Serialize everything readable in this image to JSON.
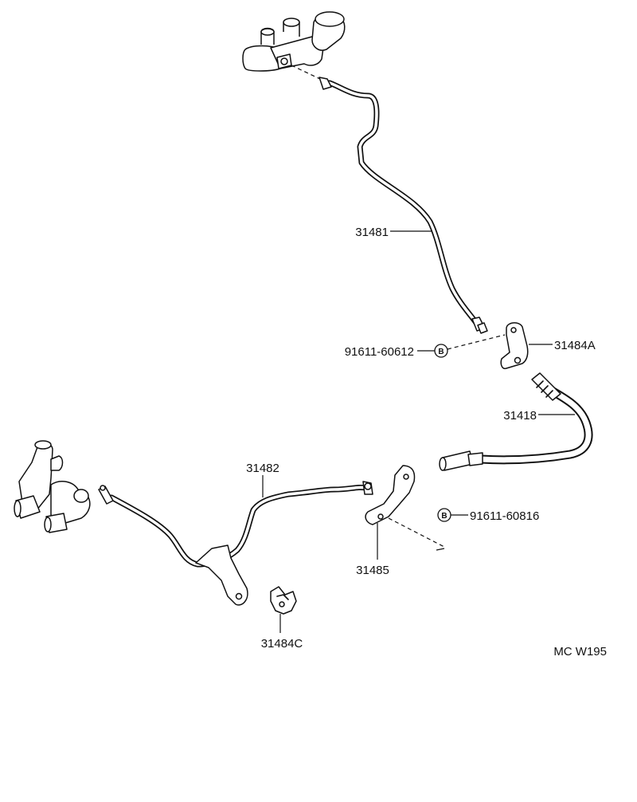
{
  "callouts": {
    "pipe_upper": "31481",
    "bolt_upper": "91611-60612",
    "bracket_a": "31484A",
    "hose": "31418",
    "pipe_lower": "31482",
    "bolt_lower": "91611-60816",
    "bracket_b": "31485",
    "clip_c": "31484C"
  },
  "bolt_marker": "B",
  "drawing_code": "MC W195"
}
